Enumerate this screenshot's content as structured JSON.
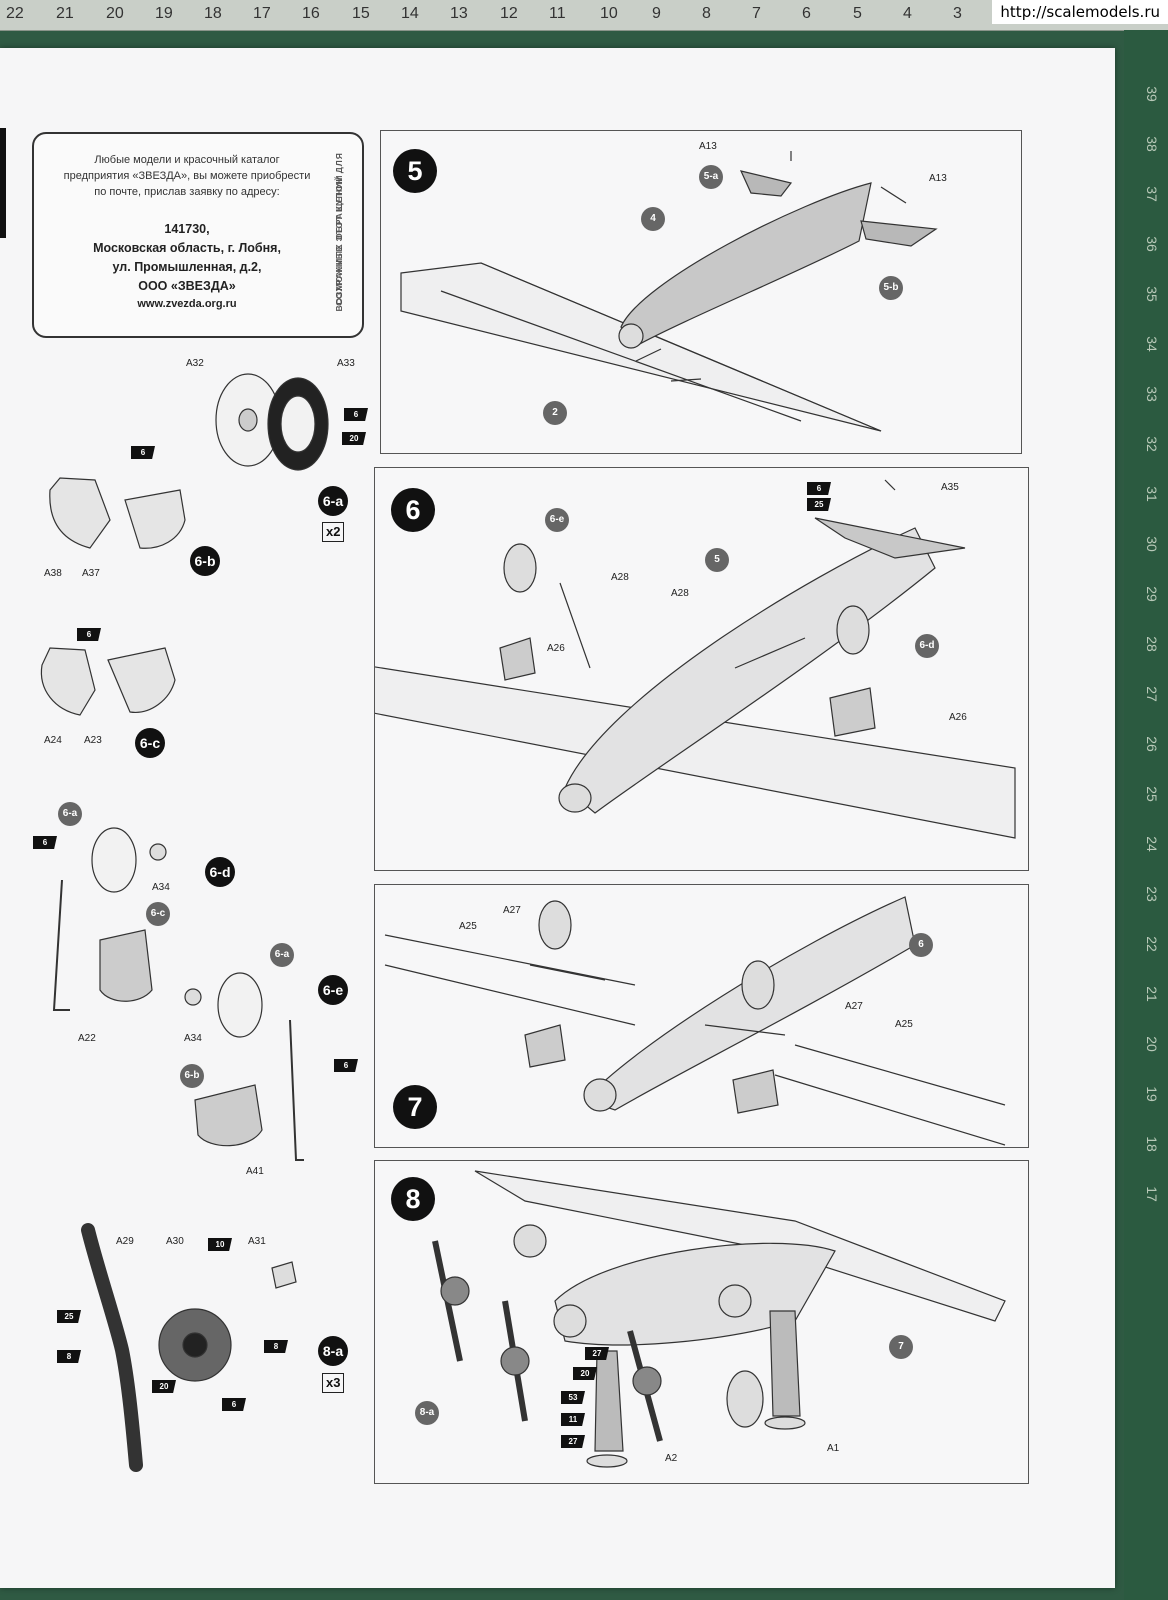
{
  "watermark": "http://scalemodels.ru",
  "ruler_top": [
    "22",
    "21",
    "20",
    "19",
    "18",
    "17",
    "16",
    "15",
    "14",
    "13",
    "12",
    "11",
    "10",
    "9",
    "8",
    "7",
    "6",
    "5",
    "4",
    "3"
  ],
  "ruler_right": [
    "39",
    "38",
    "37",
    "36",
    "35",
    "34",
    "33",
    "32",
    "31",
    "30",
    "29",
    "28",
    "27",
    "26",
    "25",
    "24",
    "23",
    "22",
    "21",
    "20",
    "19",
    "18",
    "17"
  ],
  "coupon": {
    "intro": [
      "Любые модели и красочный каталог",
      "предприятия «ЗВЕЗДА», вы можете приобрести",
      "по почте, прислав заявку по адресу:"
    ],
    "address": [
      "141730,",
      "Московская область, г. Лобня,",
      "ул. Промышленная, д.2,",
      "ООО «ЗВЕЗДА»"
    ],
    "url": "www.zvezda.org.ru",
    "vertical": [
      "СОХРАНИТЕ ЭТОТ КУПОН ДЛЯ",
      "ВОЗМОЖНЫХ ОБРАЩЕНИЙ"
    ]
  },
  "steps": {
    "s5": {
      "number": "5",
      "parts": {
        "a13_top": "A13",
        "a13_right": "A13"
      },
      "refs": {
        "b5a": "5-a",
        "b4": "4",
        "b5b": "5-b",
        "b2": "2"
      }
    },
    "s6": {
      "number": "6",
      "parts": {
        "a35": "A35",
        "a28_1": "A28",
        "a28_2": "A28",
        "a26_1": "A26",
        "a26_2": "A26"
      },
      "refs": {
        "b6e": "6-e",
        "b5": "5",
        "b6d": "6-d"
      },
      "flags": {
        "f6": "6",
        "f25": "25"
      }
    },
    "s7": {
      "number": "7",
      "parts": {
        "a27_1": "A27",
        "a25_1": "A25",
        "a27_2": "A27",
        "a25_2": "A25"
      },
      "refs": {
        "b6": "6"
      }
    },
    "s8": {
      "number": "8",
      "parts": {
        "a2": "A2",
        "a1": "A1"
      },
      "refs": {
        "b7": "7",
        "b8a": "8-a"
      },
      "flags": {
        "f27a": "27",
        "f20": "20",
        "f53": "53",
        "f11": "11",
        "f27b": "27"
      }
    }
  },
  "sub": {
    "s6a": {
      "label": "6-a",
      "mult": "x2",
      "parts": {
        "a32": "A32",
        "a33": "A33"
      },
      "flags": {
        "f6": "6",
        "f20": "20"
      }
    },
    "s6b": {
      "label": "6-b",
      "parts": {
        "a38": "A38",
        "a37": "A37"
      },
      "flags": {
        "f6": "6"
      }
    },
    "s6c": {
      "label": "6-c",
      "parts": {
        "a24": "A24",
        "a23": "A23"
      },
      "flags": {
        "f6": "6"
      }
    },
    "s6d": {
      "label": "6-d",
      "parts": {
        "a34": "A34",
        "a22": "A22"
      },
      "refs": {
        "b6a": "6-a",
        "b6c": "6-c"
      },
      "flags": {
        "f6": "6"
      }
    },
    "s6e": {
      "label": "6-e",
      "parts": {
        "a34": "A34",
        "a41": "A41"
      },
      "refs": {
        "b6a": "6-a",
        "b6b": "6-b"
      },
      "flags": {
        "f6": "6"
      }
    },
    "s8a": {
      "label": "8-a",
      "mult": "x3",
      "parts": {
        "a29": "A29",
        "a30": "A30",
        "a31": "A31"
      },
      "flags": {
        "f10": "10",
        "f25": "25",
        "f8a": "8",
        "f8b": "8",
        "f20": "20",
        "f6": "6"
      }
    }
  }
}
